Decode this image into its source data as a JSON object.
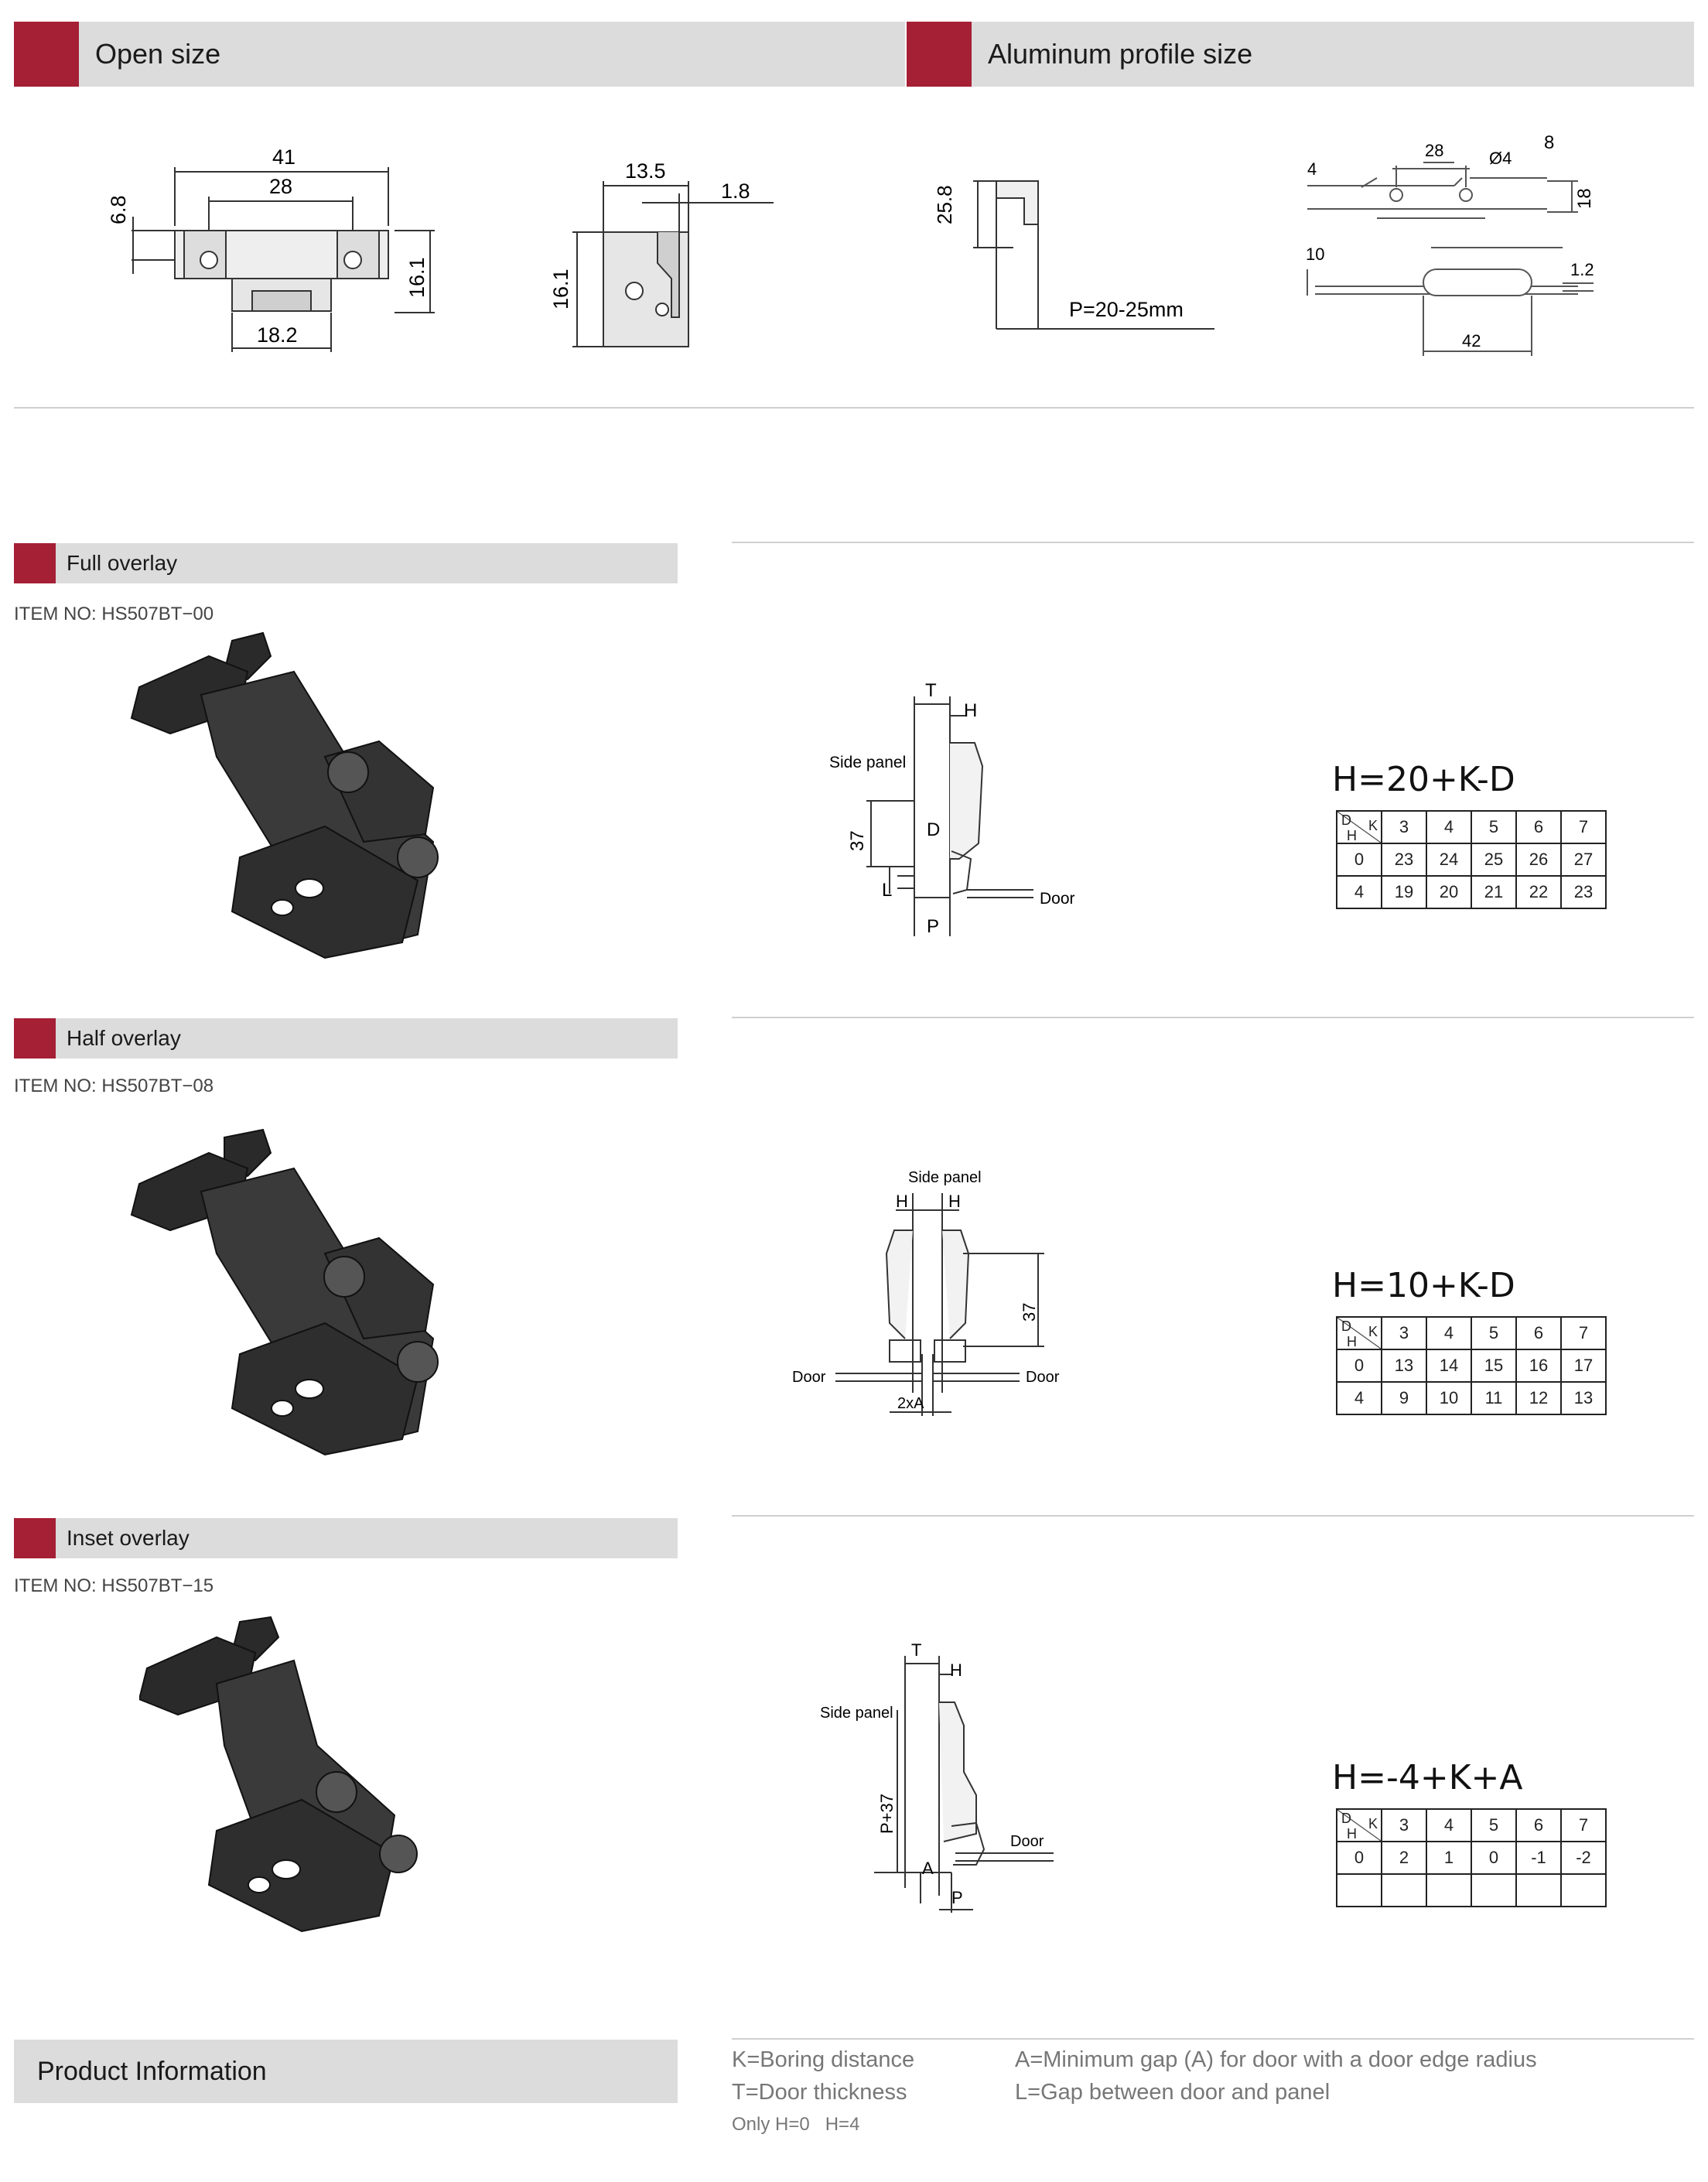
{
  "top_headers": {
    "open_size": "Open size",
    "aluminum": "Aluminum profile size"
  },
  "open_size_dims": {
    "d41": "41",
    "d28": "28",
    "d6_8": "6.8",
    "d16_1": "16.1",
    "d18_2": "18.2",
    "d13_5": "13.5",
    "d1_8": "1.8",
    "d16_1b": "16.1"
  },
  "profile_dims": {
    "d25_8": "25.8",
    "p_range": "P=20-25mm",
    "d4": "4",
    "d28": "28",
    "d_phi4": "Ø4",
    "d8": "8",
    "d18": "18",
    "d10": "10",
    "d1_2": "1.2",
    "d42": "42"
  },
  "sections": [
    {
      "title": "Full overlay",
      "item_no": "ITEM NO: HS507BT−00",
      "formula": "H=20+K-D",
      "diagram": {
        "T": "T",
        "H": "H",
        "side_panel": "Side panel",
        "d37": "37",
        "D": "D",
        "L": "L",
        "P": "P",
        "door": "Door"
      },
      "table": {
        "d": "D",
        "k": "K",
        "h": "H",
        "k_values": [
          "3",
          "4",
          "5",
          "6",
          "7"
        ],
        "rows": [
          [
            "0",
            "23",
            "24",
            "25",
            "26",
            "27"
          ],
          [
            "4",
            "19",
            "20",
            "21",
            "22",
            "23"
          ]
        ]
      }
    },
    {
      "title": "Half overlay",
      "item_no": "ITEM NO: HS507BT−08",
      "formula": "H=10+K-D",
      "diagram": {
        "side_panel": "Side panel",
        "H1": "H",
        "H2": "H",
        "d37": "37",
        "door_left": "Door",
        "door_right": "Door",
        "twoA": "2xA"
      },
      "table": {
        "d": "D",
        "k": "K",
        "h": "H",
        "k_values": [
          "3",
          "4",
          "5",
          "6",
          "7"
        ],
        "rows": [
          [
            "0",
            "13",
            "14",
            "15",
            "16",
            "17"
          ],
          [
            "4",
            "9",
            "10",
            "11",
            "12",
            "13"
          ]
        ]
      }
    },
    {
      "title": "Inset overlay",
      "item_no": "ITEM NO: HS507BT−15",
      "formula": "H=-4+K+A",
      "diagram": {
        "T": "T",
        "H": "H",
        "side_panel": "Side panel",
        "p37": "P+37",
        "A": "A",
        "P": "P",
        "door": "Door"
      },
      "table": {
        "d": "D",
        "k": "K",
        "h": "H",
        "k_values": [
          "3",
          "4",
          "5",
          "6",
          "7"
        ],
        "rows": [
          [
            "0",
            "2",
            "1",
            "0",
            "-1",
            "-2"
          ],
          [
            "",
            "",
            "",
            "",
            "",
            ""
          ]
        ]
      }
    }
  ],
  "product_info": {
    "title": "Product Information",
    "k_def": "K=Boring distance",
    "t_def": "T=Door thickness",
    "note": "Only H=0   H=4",
    "a_def": "A=Minimum gap (A) for door with a door edge radius",
    "l_def": "L=Gap between door and panel"
  }
}
